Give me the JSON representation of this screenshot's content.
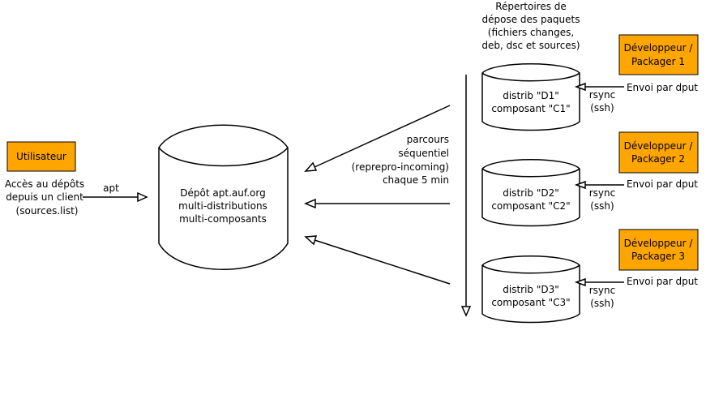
{
  "colors": {
    "box_fill": "#ffa500",
    "stroke": "#000000",
    "background": "#ffffff"
  },
  "user": {
    "box_label": "Utilisateur",
    "desc": [
      "Accès au dépôts",
      "depuis un client",
      "(sources.list)"
    ],
    "apt_label": "apt"
  },
  "repo": {
    "lines": [
      "Dépôt apt.auf.org",
      "multi-distributions",
      "multi-composants"
    ]
  },
  "incoming": {
    "lines": [
      "parcours",
      "séquentiel",
      "(reprepro-incoming)",
      "chaque 5 min"
    ]
  },
  "dirs_title": [
    "Répertoires de",
    "dépose des paquets",
    "(fichiers changes,",
    "deb, dsc et sources)"
  ],
  "distribs": [
    {
      "lines": [
        "distrib \"D1\"",
        "composant \"C1\""
      ],
      "rsync": [
        "rsync",
        "(ssh)"
      ],
      "dev": [
        "Développeur /",
        "Packager 1"
      ],
      "send": "Envoi par dput"
    },
    {
      "lines": [
        "distrib \"D2\"",
        "composant \"C2\""
      ],
      "rsync": [
        "rsync",
        "(ssh)"
      ],
      "dev": [
        "Développeur /",
        "Packager 2"
      ],
      "send": "Envoi par dput"
    },
    {
      "lines": [
        "distrib \"D3\"",
        "composant \"C3\""
      ],
      "rsync": [
        "rsync",
        "(ssh)"
      ],
      "dev": [
        "Développeur /",
        "Packager 3"
      ],
      "send": "Envoi par dput"
    }
  ]
}
